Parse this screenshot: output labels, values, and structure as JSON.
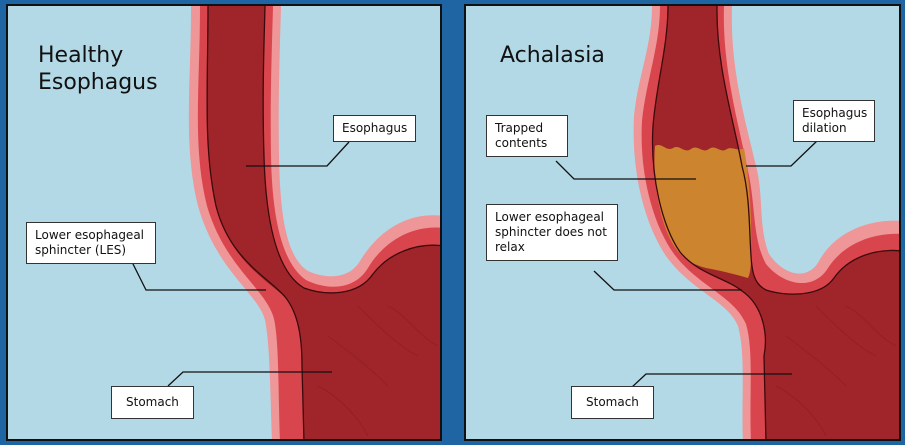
{
  "panels": {
    "healthy": {
      "title": "Healthy\nEsophagus",
      "labels": {
        "esophagus": "Esophagus",
        "les": "Lower esophageal sphincter (LES)",
        "stomach": "Stomach"
      }
    },
    "achalasia": {
      "title": "Achalasia",
      "labels": {
        "trapped": "Trapped contents",
        "dilation": "Esophagus dilation",
        "les_not_relax": "Lower esophageal sphincter does not relax",
        "stomach": "Stomach"
      }
    }
  },
  "colors": {
    "frame": "#1f65a3",
    "background": "#b3d9e6",
    "outer_wall": "#ee9698",
    "middle_wall": "#d9454d",
    "lumen": "#a0252a",
    "trapped_contents": "#cd842e"
  }
}
